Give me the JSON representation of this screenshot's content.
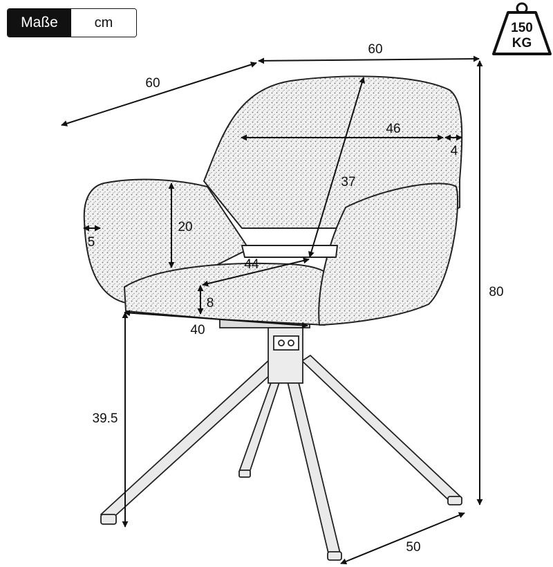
{
  "header": {
    "label": "Maße",
    "unit": "cm"
  },
  "weight_badge": {
    "line1": "150",
    "line2": "KG",
    "icon": "weight-icon"
  },
  "dimensions": {
    "overall_width": "60",
    "overall_depth": "60",
    "overall_height": "80",
    "backrest_inner_width": "46",
    "armrest_top_width": "4",
    "backrest_height": "37",
    "armrest_height": "20",
    "armrest_side_width": "5",
    "seat_depth": "44",
    "seat_cushion_thickness": "8",
    "seat_width": "40",
    "seat_height": "39.5",
    "base_width": "50"
  },
  "colors": {
    "ink": "#111111",
    "badge_bg": "#111111",
    "badge_text": "#ffffff"
  }
}
